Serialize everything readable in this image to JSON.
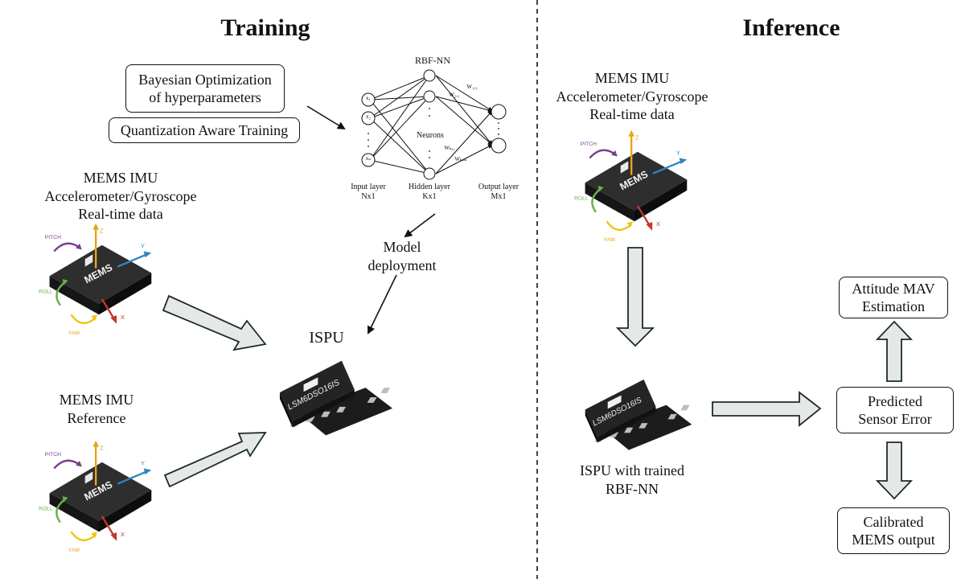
{
  "titles": {
    "training": "Training",
    "inference": "Inference"
  },
  "training": {
    "bayes_box": [
      "Bayesian Optimization",
      "of hyperparameters"
    ],
    "qat_box": "Quantization Aware Training",
    "imu_realtime": [
      "MEMS IMU",
      "Accelerometer/Gyroscope",
      "Real-time data"
    ],
    "imu_reference": [
      "MEMS IMU",
      "Reference"
    ],
    "model_deployment": [
      "Model",
      "deployment"
    ],
    "ispu_label": "ISPU"
  },
  "rbf_nn": {
    "title": "RBF-NN",
    "neurons_label": "Neurons",
    "input_layer": [
      "Input layer",
      "Nx1"
    ],
    "hidden_layer": [
      "Hidden layer",
      "Kx1"
    ],
    "output_layer": [
      "Output layer",
      "Mx1"
    ],
    "input_nodes": [
      "x₁",
      "x₂",
      "xₙ"
    ],
    "weight_labels": [
      "W₁,₁",
      "W₂,₁",
      "Wₖ,₁",
      "Wₖ,ₘ"
    ]
  },
  "inference": {
    "imu_realtime": [
      "MEMS IMU",
      "Accelerometer/Gyroscope",
      "Real-time data"
    ],
    "ispu_trained": [
      "ISPU with trained",
      "RBF-NN"
    ],
    "attitude_box": [
      "Attitude MAV",
      "Estimation"
    ],
    "error_box": [
      "Predicted",
      "Sensor Error"
    ],
    "calibrated_box": [
      "Calibrated",
      "MEMS output"
    ]
  },
  "sensor_chip": {
    "axis_labels": {
      "pitch": "PITCH",
      "roll": "ROLL",
      "yaw": "YAW",
      "x": "X",
      "y": "Y",
      "z": "Z"
    },
    "chip_text": "MEMS",
    "logo_text": "ST"
  },
  "ispu_chip": {
    "part_number": "LSM6DSO16IS",
    "logo_text": "ST"
  },
  "colors": {
    "arrow_fill": "#e6e8e8",
    "arrow_stroke": "#1d2b2e",
    "pitch": "#7a3d8f",
    "roll": "#6ab04c",
    "yaw": "#f1c40f",
    "x_axis": "#c0392b",
    "y_axis": "#2e86c1",
    "z_axis": "#e8a317"
  }
}
